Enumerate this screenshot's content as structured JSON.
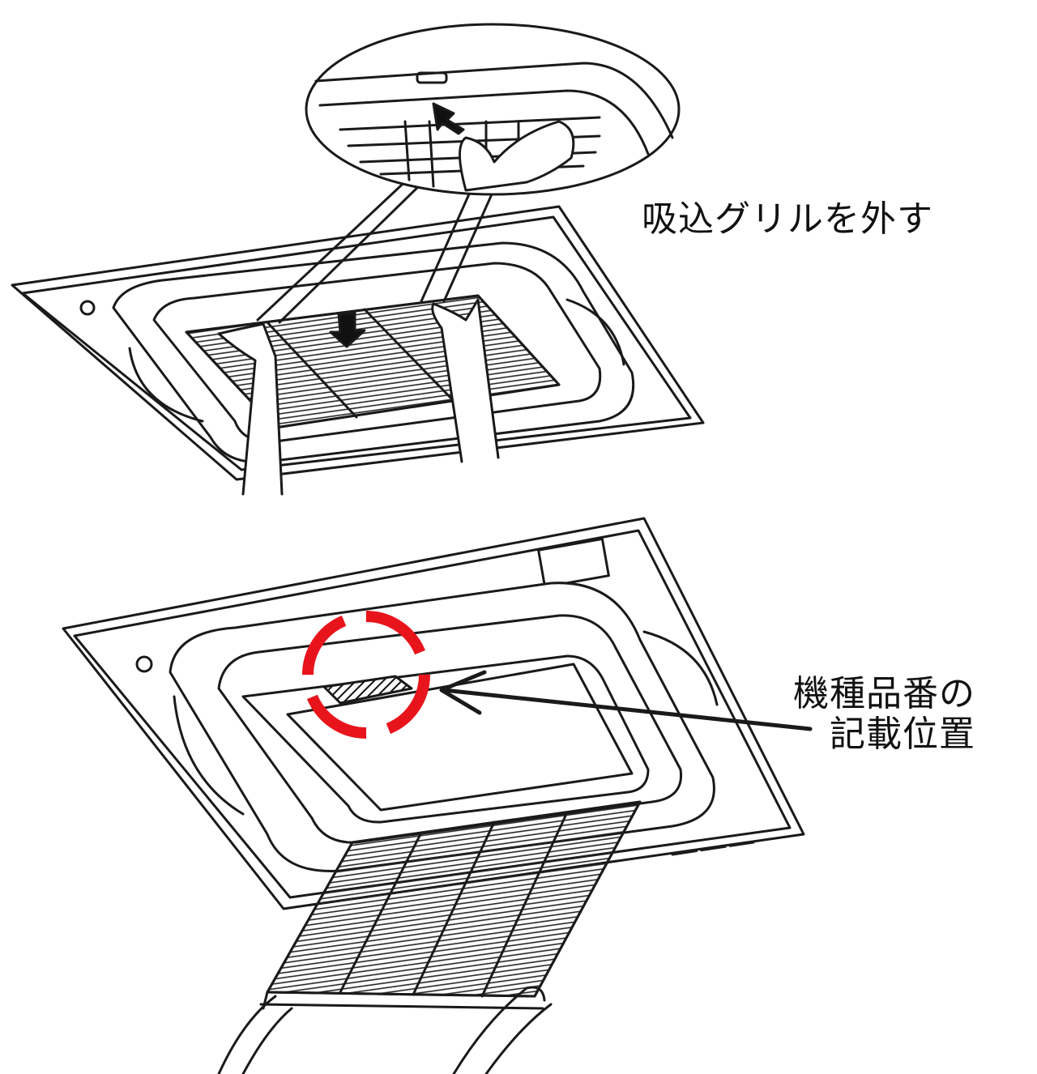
{
  "labels": {
    "remove_grille": "吸込グリルを外す",
    "model_number_line1": "機種品番の",
    "model_number_line2": "記載位置"
  },
  "colors": {
    "line": "#1a1a1a",
    "highlight": "#e8141c",
    "background": "#ffffff"
  }
}
